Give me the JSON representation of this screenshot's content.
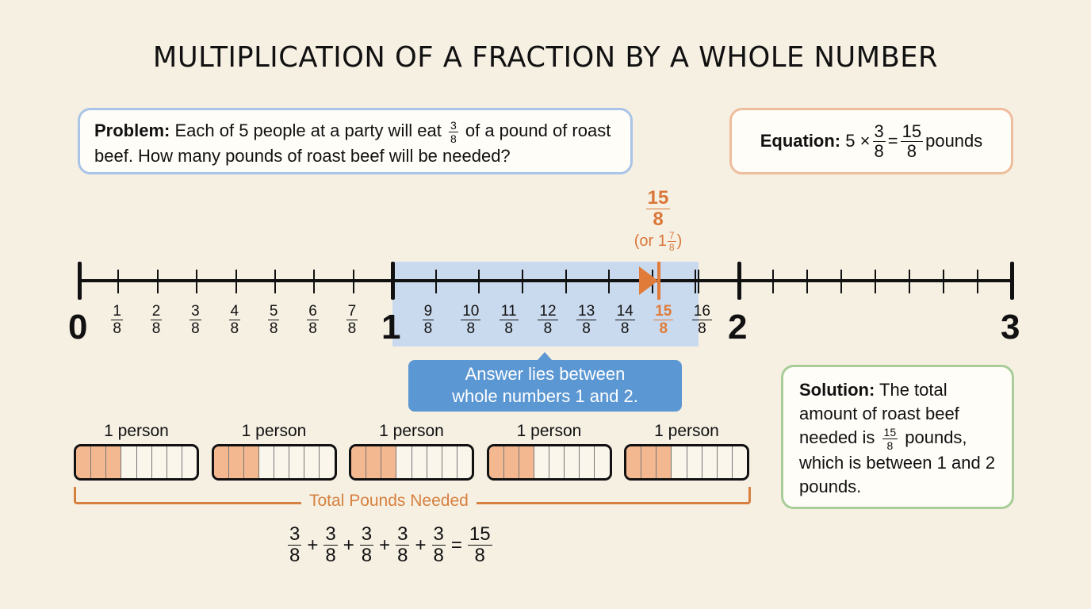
{
  "title": "MULTIPLICATION OF A FRACTION BY A WHOLE NUMBER",
  "problem": {
    "label": "Problem:",
    "text_before": "Each of 5 people at a party will eat",
    "fraction": {
      "num": "3",
      "den": "8"
    },
    "text_after": "of a pound of roast beef. How many pounds of roast beef will be needed?"
  },
  "equation": {
    "label": "Equation:",
    "whole": "5",
    "times": "×",
    "fraction": {
      "num": "3",
      "den": "8"
    },
    "equals": "=",
    "result": {
      "num": "15",
      "den": "8"
    },
    "unit": "pounds"
  },
  "number_line": {
    "wholes": [
      "0",
      "1",
      "2",
      "3"
    ],
    "labels_0_1": [
      {
        "num": "1",
        "den": "8"
      },
      {
        "num": "2",
        "den": "8"
      },
      {
        "num": "3",
        "den": "8"
      },
      {
        "num": "4",
        "den": "8"
      },
      {
        "num": "5",
        "den": "8"
      },
      {
        "num": "6",
        "den": "8"
      },
      {
        "num": "7",
        "den": "8"
      }
    ],
    "labels_1_2": [
      {
        "num": "9",
        "den": "8"
      },
      {
        "num": "10",
        "den": "8"
      },
      {
        "num": "11",
        "den": "8"
      },
      {
        "num": "12",
        "den": "8"
      },
      {
        "num": "13",
        "den": "8"
      },
      {
        "num": "14",
        "den": "8"
      },
      {
        "num": "15",
        "den": "8"
      },
      {
        "num": "16",
        "den": "8"
      }
    ],
    "marker": {
      "num": "15",
      "den": "8",
      "alt_prefix": "(or 1",
      "alt_num": "7",
      "alt_den": "8",
      "alt_suffix": ")",
      "color": "#e07b39"
    },
    "highlight_color": "#c5d8ef"
  },
  "callout": {
    "line1": "Answer lies between",
    "line2": "whole numbers 1 and 2.",
    "color": "#5b97d3"
  },
  "people": [
    {
      "label": "1 person",
      "shaded": 3,
      "parts": 8
    },
    {
      "label": "1 person",
      "shaded": 3,
      "parts": 8
    },
    {
      "label": "1 person",
      "shaded": 3,
      "parts": 8
    },
    {
      "label": "1 person",
      "shaded": 3,
      "parts": 8
    },
    {
      "label": "1 person",
      "shaded": 3,
      "parts": 8
    }
  ],
  "bracket_label": "Total Pounds Needed",
  "sum": {
    "terms": [
      {
        "num": "3",
        "den": "8"
      },
      {
        "num": "3",
        "den": "8"
      },
      {
        "num": "3",
        "den": "8"
      },
      {
        "num": "3",
        "den": "8"
      },
      {
        "num": "3",
        "den": "8"
      }
    ],
    "plus": "+",
    "equals": "=",
    "result": {
      "num": "15",
      "den": "8"
    }
  },
  "solution": {
    "label": "Solution:",
    "text1": "The total amount of roast beef needed is",
    "fraction": {
      "num": "15",
      "den": "8"
    },
    "text2": "pounds, which is between 1 and 2 pounds."
  },
  "colors": {
    "background": "#f6f0e3",
    "problem_border": "#a9c4e6",
    "equation_border": "#edbd9c",
    "solution_border": "#a9cd99",
    "shaded_part": "#f4b891",
    "bracket": "#d6803f"
  }
}
